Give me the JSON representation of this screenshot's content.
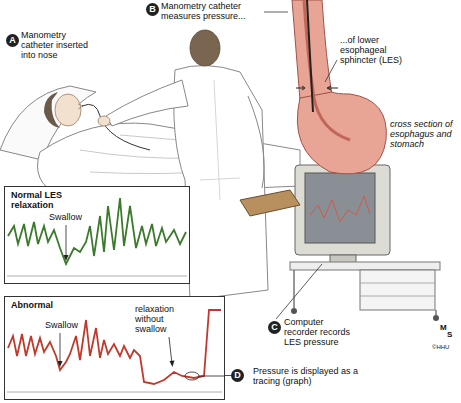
{
  "diagram": {
    "nodes": [
      {
        "text": [
          "A"
        ]
      },
      {
        "text": [
          "B"
        ]
      },
      {
        "text": [
          "Normal LES relaxation",
          "Swallow"
        ]
      },
      {
        "text": [
          "Abnormal",
          "Swallow",
          "relaxation without swallow"
        ]
      },
      {
        "text": [
          "C"
        ]
      },
      {
        "text": [
          "D"
        ]
      }
    ],
    "edges": [
      {
        "from": 5,
        "to": 3,
        "arrow": "none"
      }
    ],
    "labels": [
      "Manometry catheter inserted into nose",
      "Manometry catheter measures pressure...",
      "...of lower esophageal sphincter (LES)",
      "cross section of esophagus and stomach",
      "Computer recorder records LES pressure",
      "Pressure is displayed as a tracing (graph)",
      "M",
      "S",
      "©HHU"
    ]
  }
}
